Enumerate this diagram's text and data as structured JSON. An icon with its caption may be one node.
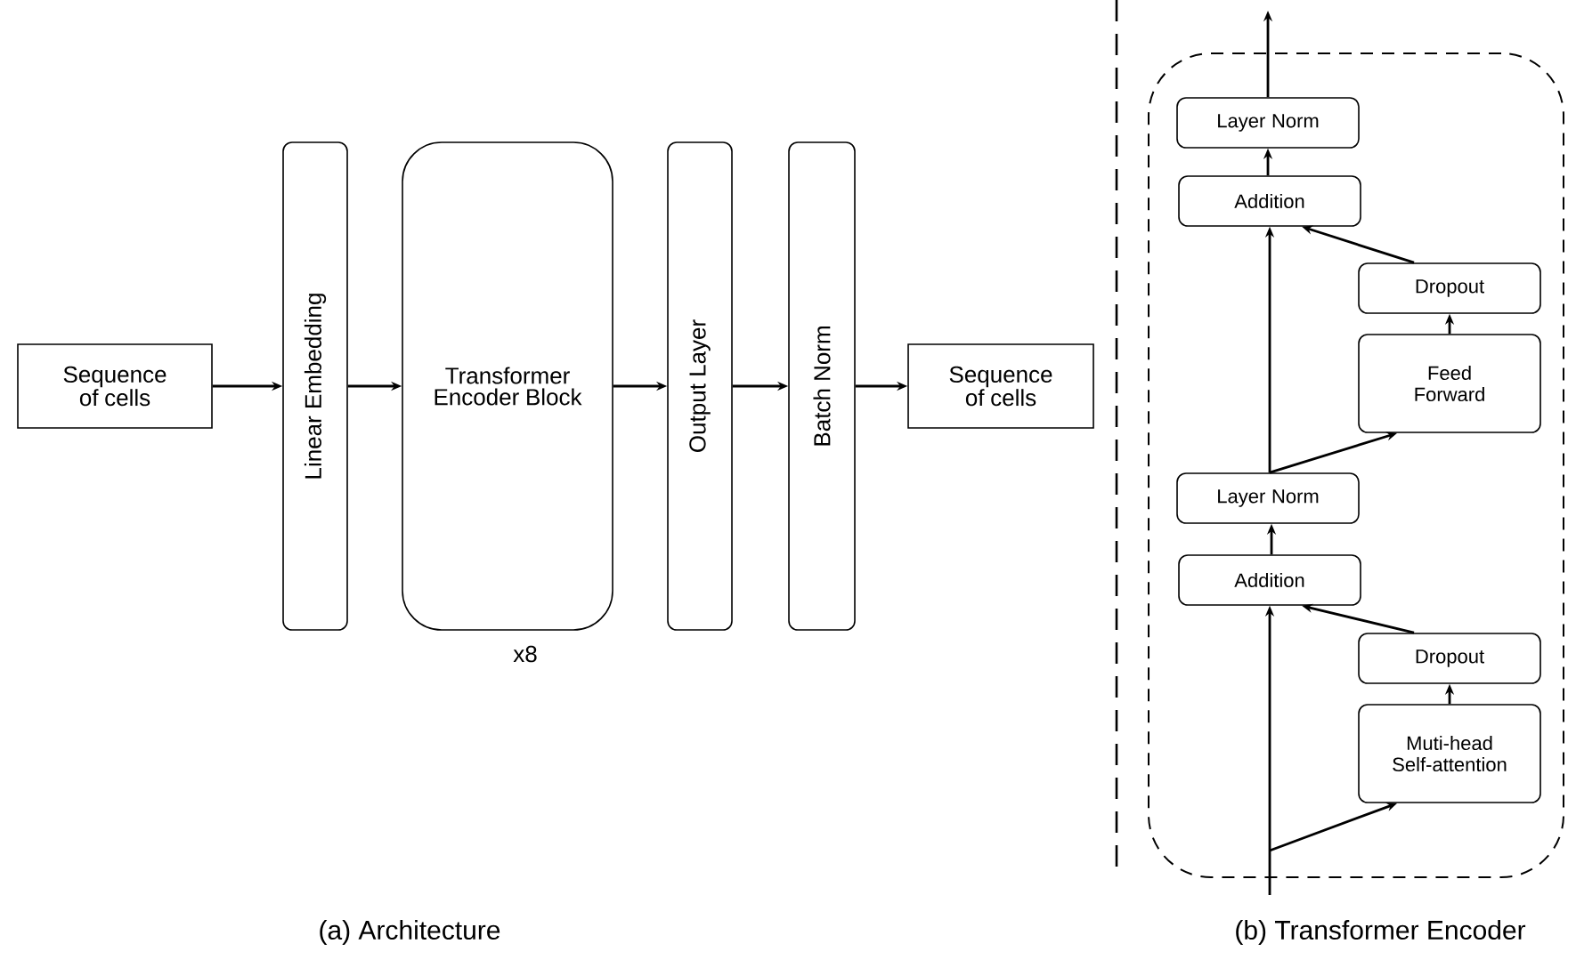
{
  "diagram": {
    "nodes": [
      {
        "text": [
          "Sequence of cells"
        ]
      },
      {
        "text": [
          "Linear Embedding"
        ]
      },
      {
        "text": [
          "Transformer Encoder Block"
        ],
        "beside": [
          "x8"
        ]
      },
      {
        "text": [
          "Output Layer"
        ]
      },
      {
        "text": [
          "Batch Norm"
        ]
      },
      {
        "text": [
          "Sequence of cells"
        ]
      },
      {
        "text": [],
        "shape": "box"
      },
      {
        "text": [
          "Layer Norm"
        ],
        "in": 6
      },
      {
        "text": [
          "Addition"
        ],
        "in": 6
      },
      {
        "text": [
          "Dropout"
        ],
        "in": 6
      },
      {
        "text": [
          "Feed Forward"
        ],
        "in": 6
      },
      {
        "text": [
          "Layer Norm"
        ],
        "in": 6
      },
      {
        "text": [
          "Addition"
        ],
        "in": 6
      },
      {
        "text": [
          "Dropout"
        ],
        "in": 6
      },
      {
        "text": [
          "Muti-head Self-attention"
        ],
        "in": 6
      }
    ],
    "edges": [
      {
        "from": 0,
        "to": 1,
        "arrow": "to"
      },
      {
        "from": 1,
        "to": 2,
        "arrow": "to"
      },
      {
        "from": 2,
        "to": 3,
        "arrow": "to"
      },
      {
        "from": 3,
        "to": 4,
        "arrow": "to"
      },
      {
        "from": 4,
        "to": 5,
        "arrow": "to"
      },
      {
        "from": null,
        "to": 12,
        "arrow": "to"
      },
      {
        "from": null,
        "to": 14,
        "arrow": "to"
      },
      {
        "from": 14,
        "to": 13,
        "arrow": "to"
      },
      {
        "from": 13,
        "to": 12,
        "arrow": "to"
      },
      {
        "from": 12,
        "to": 11,
        "arrow": "to"
      },
      {
        "from": 11,
        "to": 8,
        "arrow": "to"
      },
      {
        "from": 11,
        "to": 10,
        "arrow": "to"
      },
      {
        "from": 10,
        "to": 9,
        "arrow": "to"
      },
      {
        "from": 9,
        "to": 8,
        "arrow": "to"
      },
      {
        "from": 8,
        "to": 7,
        "arrow": "to"
      },
      {
        "from": 7,
        "to": null,
        "arrow": "to"
      }
    ],
    "labels": [
      "(a) Architecture",
      "(b) Transformer Encoder"
    ]
  }
}
